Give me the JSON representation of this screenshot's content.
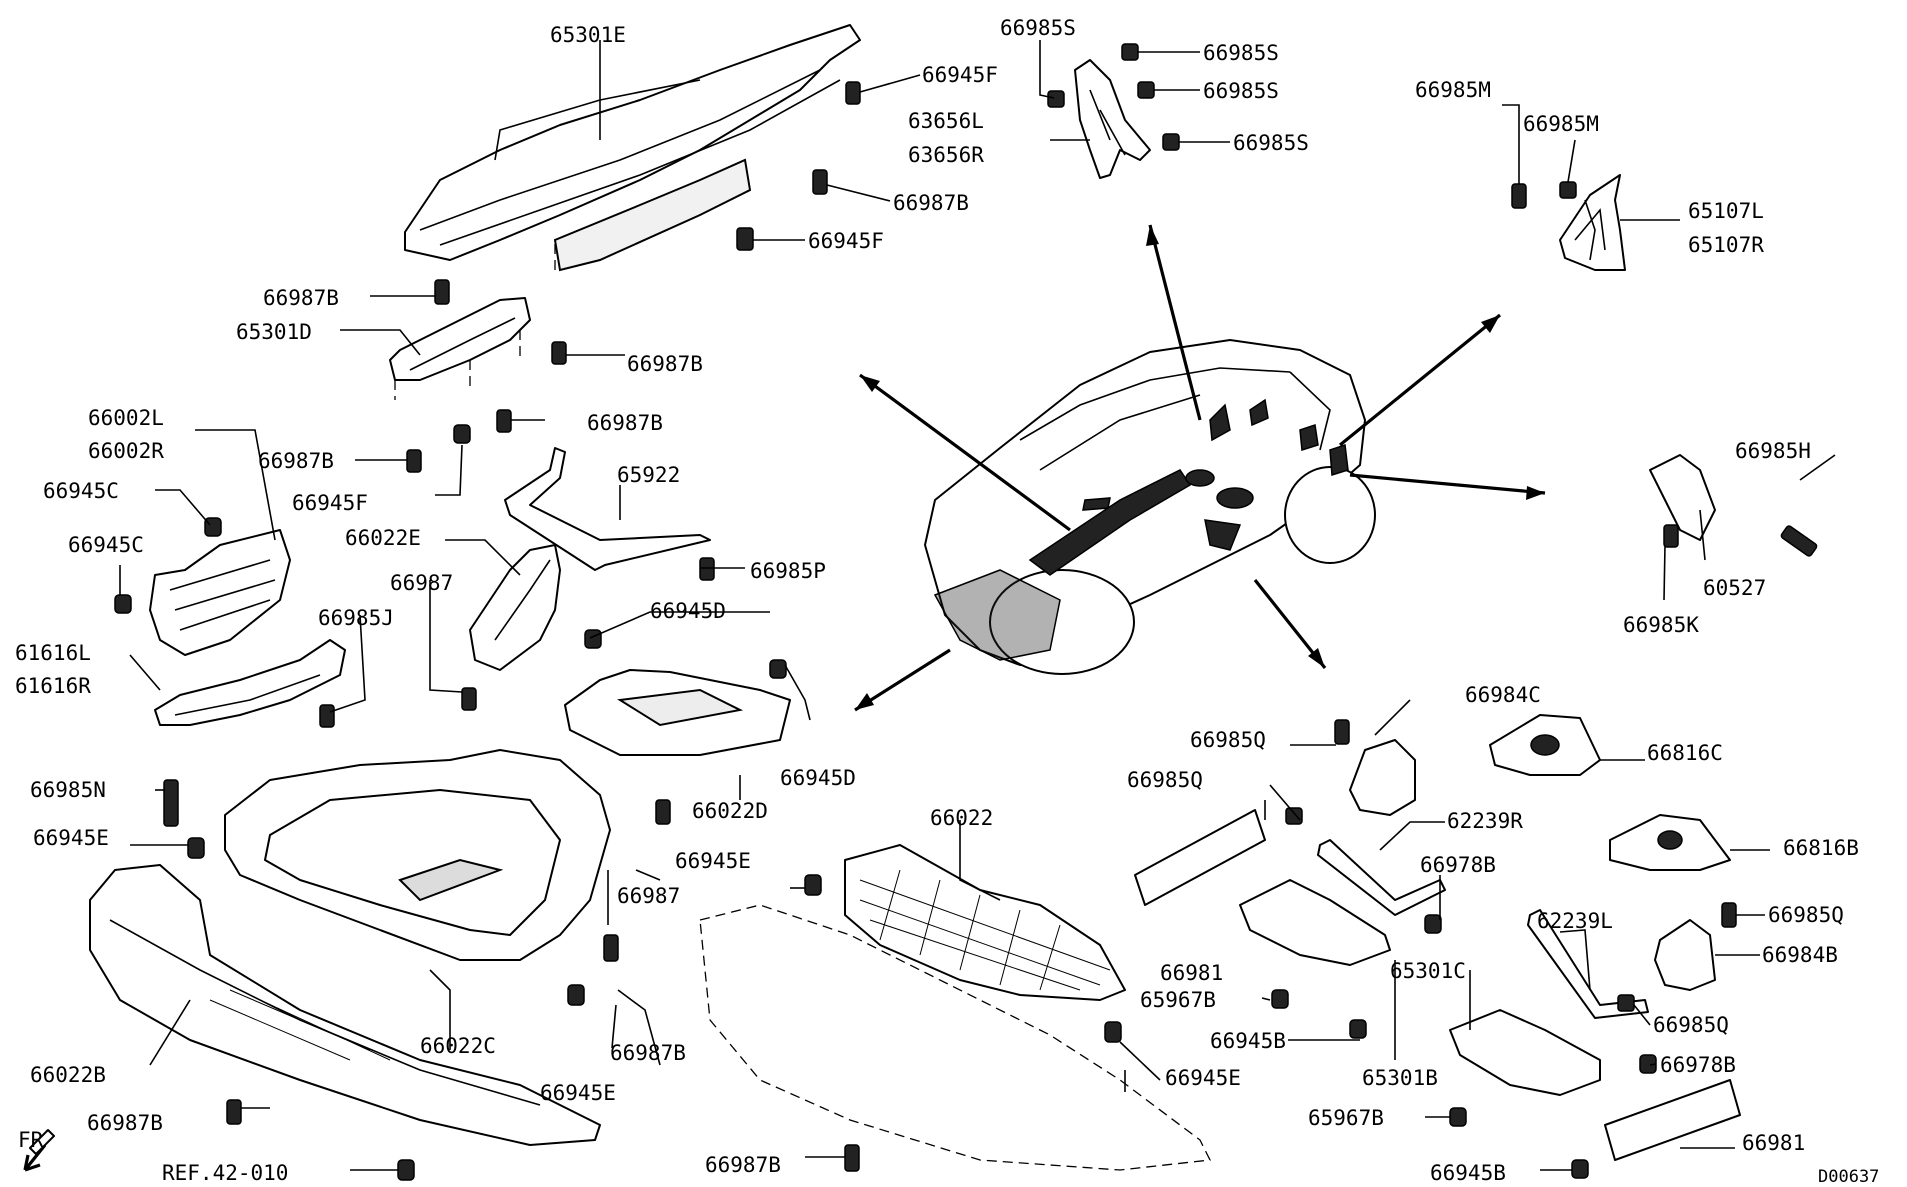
{
  "diagram_code": "D00637",
  "front_label": "FR",
  "reference": "REF.42-010",
  "labels": {
    "p65301E": "65301E",
    "p66945F_a": "66945F",
    "p66987B_a": "66987B",
    "p66945F_b": "66945F",
    "p66985S_a": "66985S",
    "p66985S_b": "66985S",
    "p66985S_c": "66985S",
    "p66985S_d": "66985S",
    "p63656L": "63656L",
    "p63656R": "63656R",
    "p66985M_a": "66985M",
    "p66985M_b": "66985M",
    "p65107L": "65107L",
    "p65107R": "65107R",
    "p66987B_b": "66987B",
    "p65301D": "65301D",
    "p66987B_c": "66987B",
    "p66987B_d": "66987B",
    "p66987B_e": "66987B",
    "p66945F_c": "66945F",
    "p66002L": "66002L",
    "p66002R": "66002R",
    "p66945C_a": "66945C",
    "p66945C_b": "66945C",
    "p65922": "65922",
    "p66022E": "66022E",
    "p66987_a": "66987",
    "p66985P": "66985P",
    "p66945D_a": "66945D",
    "p66985J": "66985J",
    "p61616L": "61616L",
    "p61616R": "61616R",
    "p66985H": "66985H",
    "p60527": "60527",
    "p66985K": "66985K",
    "p66022D": "66022D",
    "p66945D_b": "66945D",
    "p66985N": "66985N",
    "p66945E_a": "66945E",
    "p66987_b": "66987",
    "p66945E_b": "66945E",
    "p66022": "66022",
    "p66984C": "66984C",
    "p66985Q_a": "66985Q",
    "p66985Q_b": "66985Q",
    "p66816C": "66816C",
    "p62239R": "62239R",
    "p66816B": "66816B",
    "p66978B_a": "66978B",
    "p66981_a": "66981",
    "p62239L": "62239L",
    "p66985Q_c": "66985Q",
    "p66984B": "66984B",
    "p65967B_a": "65967B",
    "p65301C": "65301C",
    "p66985Q_d": "66985Q",
    "p66945B_a": "66945B",
    "p65301B": "65301B",
    "p66978B_b": "66978B",
    "p66022B": "66022B",
    "p66022C": "66022C",
    "p66987B_f": "66987B",
    "p66945E_c": "66945E",
    "p66945E_d": "66945E",
    "p65967B_b": "65967B",
    "p66981_b": "66981",
    "p66987B_g": "66987B",
    "p66987B_h": "66987B",
    "p66945B_b": "66945B"
  }
}
